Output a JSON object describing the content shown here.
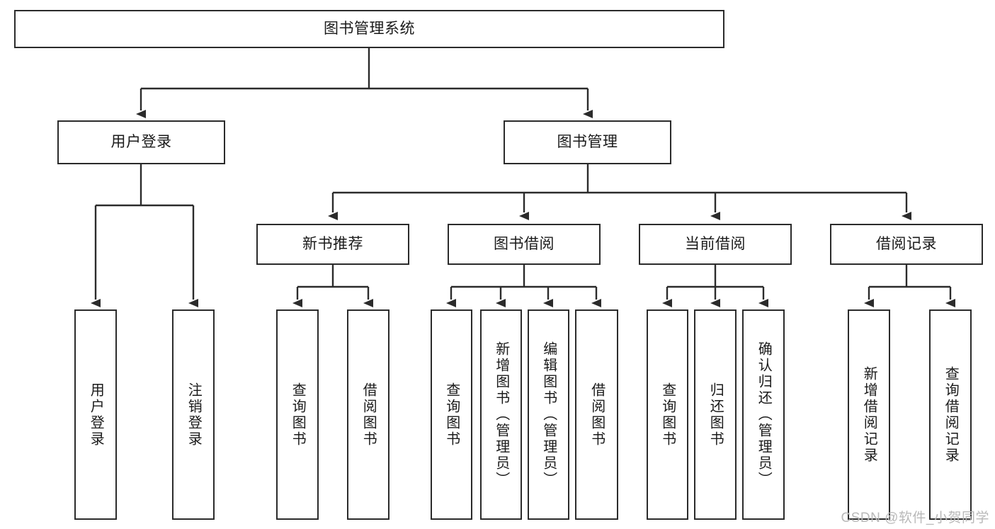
{
  "diagram": {
    "type": "tree-hierarchy",
    "orientation": "top-down",
    "title": "图书管理系统",
    "stroke_color": "#2b2b2b",
    "background_color": "#ffffff",
    "text_color": "#1a1a1a",
    "root": {
      "id": "root",
      "label": "图书管理系统"
    },
    "level1": [
      {
        "id": "user-login",
        "label": "用户登录"
      },
      {
        "id": "book-manage",
        "label": "图书管理"
      }
    ],
    "level2": [
      {
        "id": "new-book-rec",
        "label": "新书推荐",
        "parent": "book-manage"
      },
      {
        "id": "book-borrow",
        "label": "图书借阅",
        "parent": "book-manage"
      },
      {
        "id": "current-borrow",
        "label": "当前借阅",
        "parent": "book-manage"
      },
      {
        "id": "borrow-record",
        "label": "借阅记录",
        "parent": "book-manage"
      }
    ],
    "leaves": {
      "user-login": [
        {
          "id": "leaf-user-login",
          "label": "用户登录"
        },
        {
          "id": "leaf-logout-login",
          "label": "注销登录"
        }
      ],
      "new-book-rec": [
        {
          "id": "leaf-query-book-1",
          "label": "查询图书"
        },
        {
          "id": "leaf-borrow-book-1",
          "label": "借阅图书"
        }
      ],
      "book-borrow": [
        {
          "id": "leaf-query-book-2",
          "label": "查询图书"
        },
        {
          "id": "leaf-add-book",
          "label": "新增图书（管理员）"
        },
        {
          "id": "leaf-edit-book",
          "label": "编辑图书（管理员）"
        },
        {
          "id": "leaf-borrow-book-2",
          "label": "借阅图书"
        }
      ],
      "current-borrow": [
        {
          "id": "leaf-query-book-3",
          "label": "查询图书"
        },
        {
          "id": "leaf-return-book",
          "label": "归还图书"
        },
        {
          "id": "leaf-confirm-return",
          "label": "确认归还（管理员）"
        }
      ],
      "borrow-record": [
        {
          "id": "leaf-add-record",
          "label": "新增借阅记录"
        },
        {
          "id": "leaf-query-record",
          "label": "查询借阅记录"
        }
      ]
    }
  },
  "watermark": {
    "text": "CSDN @软件_小贺同学",
    "color": "#b9b9b9"
  }
}
